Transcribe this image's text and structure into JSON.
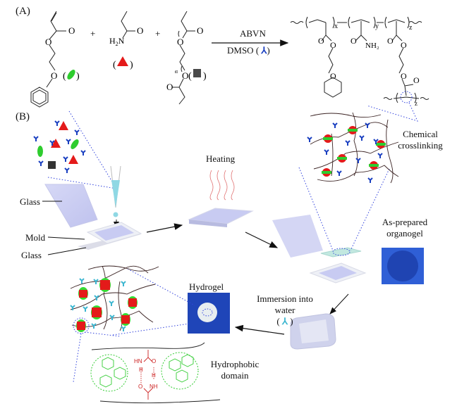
{
  "panels": {
    "a": {
      "label": "(A)"
    },
    "b": {
      "label": "(B)"
    }
  },
  "reaction": {
    "plus": "+",
    "reagent_top": "ABVN",
    "reagent_bottom": "DMSO (",
    "reagent_bottom_close": ")",
    "amide_label": "H₂N",
    "nh2_label": "NH₂",
    "o": "O",
    "subscripts": {
      "x": "x",
      "y": "y",
      "z": "z",
      "n": "n"
    },
    "monomers": [
      {
        "name": "2-phenoxyethyl acrylate",
        "symbol": "green-ellipse"
      },
      {
        "name": "acrylamide",
        "symbol": "red-triangle"
      },
      {
        "name": "PEG diacrylate",
        "symbol": "dark-square"
      }
    ],
    "solvent_symbol": "blue-y"
  },
  "process": {
    "heating": "Heating",
    "glass_top": "Glass",
    "mold": "Mold",
    "glass_bottom": "Glass",
    "chemical_line1": "Chemical",
    "chemical_line2": "crosslinking",
    "organogel_line1": "As-prepared",
    "organogel_line2": "organogel",
    "immersion_line1": "Immersion into",
    "immersion_line2": "water",
    "immersion_line3_open": "(",
    "immersion_line3_close": ")",
    "hydrogel": "Hydrogel",
    "hydrophobic_line1": "Hydrophobic",
    "hydrophobic_line2": "domain",
    "hbond": {
      "hn": "HN",
      "h": "H",
      "o": "O",
      "nh": "NH"
    }
  },
  "colors": {
    "monomer_green": "#2ecc2e",
    "monomer_red": "#e41a1a",
    "crosslinker_dark": "#3a3a3a",
    "solvent_blue": "#1a3fc0",
    "water_cyan": "#3cb6d0",
    "dotted_blue": "#3344dd",
    "hbond_red": "#cc2222",
    "hydrophobic_green": "#33cc33",
    "glass": "#c9cbf0",
    "photo_blue": "#2355c8"
  }
}
